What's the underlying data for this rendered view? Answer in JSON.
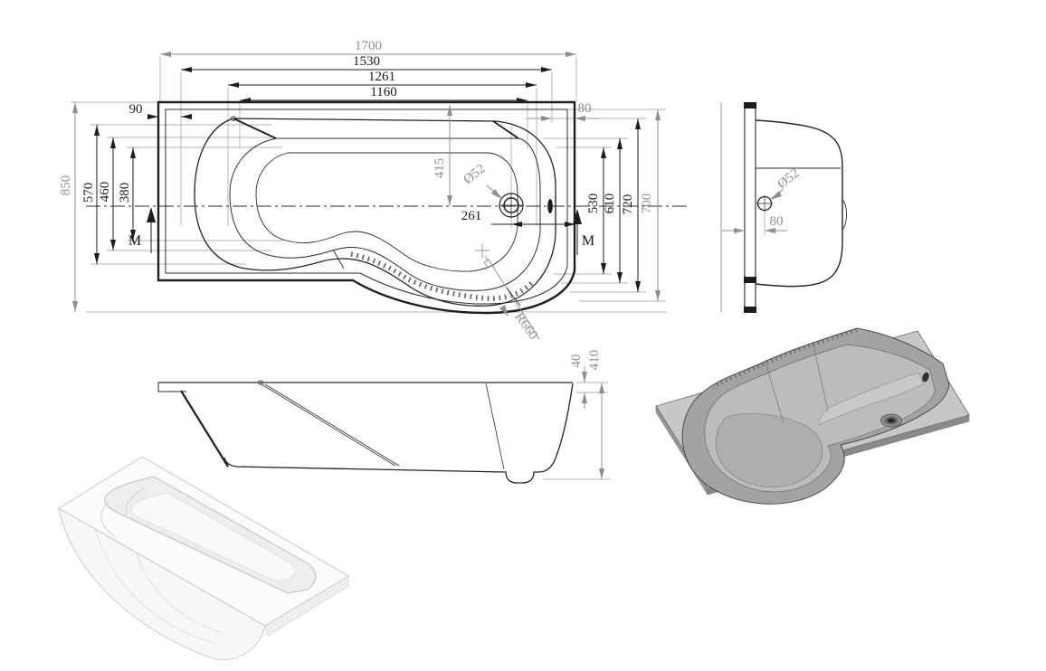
{
  "plan": {
    "top_dims": [
      "1700",
      "1530",
      "1261",
      "1160"
    ],
    "left_offset": "90",
    "right_offset": "80",
    "left_dims": [
      "850",
      "570",
      "460",
      "380"
    ],
    "right_dims": [
      "530",
      "610",
      "720",
      "700"
    ],
    "center_offset": "415",
    "drain_diameter": "Ø52",
    "drain_to_edge": "261",
    "corner_radius": "R660",
    "marker_left": "M",
    "marker_right": "M"
  },
  "end_view": {
    "drain_diameter": "Ø52",
    "drain_offset": "80"
  },
  "side_view": {
    "rim_thickness": "40",
    "overall_height": "410"
  },
  "colors": {
    "line": "#1c1c1c",
    "dim_gray": "#8f8f8f"
  }
}
